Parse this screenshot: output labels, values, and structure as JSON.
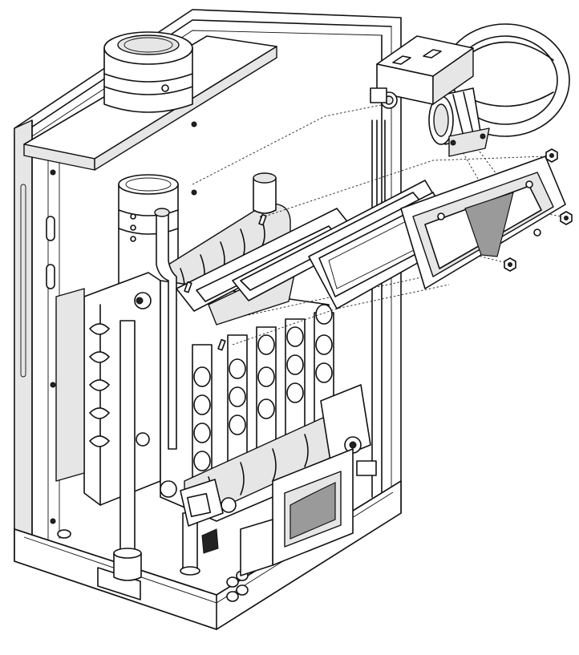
{
  "diagram": {
    "type": "exploded-view",
    "subject": "boiler-assembly",
    "components": [
      "outer-casing",
      "flue-outlet",
      "flue-pipe",
      "heat-exchanger",
      "fan-burner-assembly",
      "burner-gasket",
      "burner-plate",
      "burner-door-frame",
      "fixing-nut",
      "gas-valve",
      "pump",
      "control-box"
    ],
    "colors": {
      "line": "#111111",
      "background": "#ffffff",
      "shade": "#e6e6e6"
    }
  }
}
